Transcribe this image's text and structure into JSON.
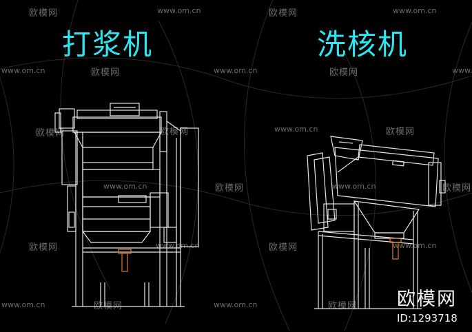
{
  "titles": {
    "left": "打浆机",
    "right": "洗核机"
  },
  "watermark": {
    "brand": "欧模网",
    "site": "www.om.cn"
  },
  "branding": {
    "name": "欧模网",
    "id": "ID:1293718"
  },
  "colors": {
    "background": "#000000",
    "title": "#2ee6f0",
    "lines": "#e6e6e6",
    "accent": "#e07a2a",
    "watermark": "#6b6b6b"
  }
}
